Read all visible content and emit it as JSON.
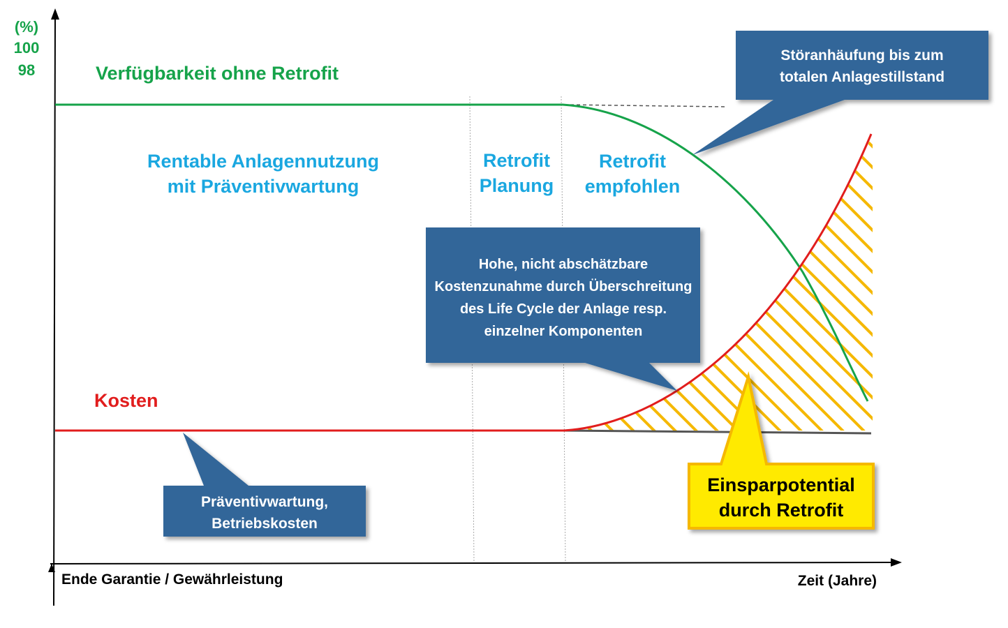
{
  "colors": {
    "availability": "#16a34a",
    "cost": "#e11d1d",
    "phase_label": "#1aa7e0",
    "callout_bg": "#336699",
    "savings_box": "#ffea00",
    "savings_border": "#f5b800",
    "hatch": "#f5b800",
    "axis": "#000000",
    "baseline": "#555555"
  },
  "axis": {
    "y_unit": "(%)",
    "y_tick_100": "100",
    "y_tick_98": "98",
    "x_label": "Zeit (Jahre)",
    "x_origin_label": "Ende Garantie / Gewährleistung"
  },
  "curves": {
    "availability_label": "Verfügbarkeit ohne Retrofit",
    "cost_label": "Kosten"
  },
  "phases": {
    "phase1_line1": "Rentable Anlagennutzung",
    "phase1_line2": "mit Präventivwartung",
    "phase2_line1": "Retrofit",
    "phase2_line2": "Planung",
    "phase3_line1": "Retrofit",
    "phase3_line2": "empfohlen"
  },
  "callouts": {
    "breakdown_line1": "Störanhäufung  bis zum",
    "breakdown_line2": "totalen Anlagestillstand",
    "cost_increase_line1": "Hohe, nicht abschätzbare",
    "cost_increase_line2": "Kostenzunahme durch Überschreitung",
    "cost_increase_line3": "des Life Cycle der Anlage resp.",
    "cost_increase_line4": "einzelner Komponenten",
    "maintenance_line1": "Präventivwartung,",
    "maintenance_line2": "Betriebskosten",
    "savings_line1": "Einsparpotential",
    "savings_line2": "durch Retrofit"
  }
}
